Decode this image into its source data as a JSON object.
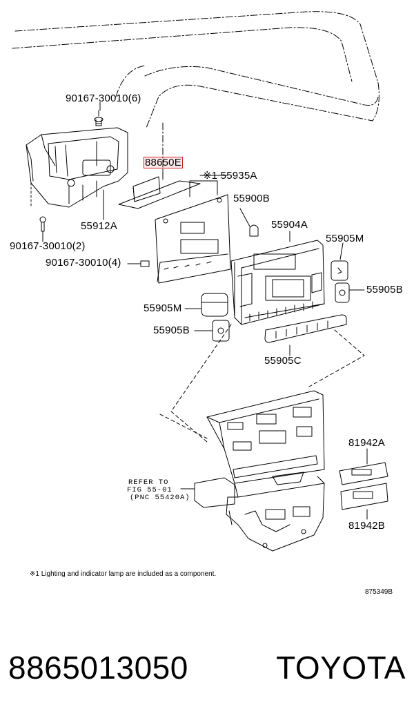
{
  "callouts": {
    "screw_top": "90167-30010(6)",
    "highlight_part": "88650E",
    "asterisk_part": "※1 55935A",
    "bracket": "55912A",
    "screw_left": "90167-30010(2)",
    "screw_mid": "90167-30010(4)",
    "bulb": "55900B",
    "control_assy": "55904A",
    "knob_m_right": "55905M",
    "knob_b_right": "55905B",
    "knob_m_left": "55905M",
    "knob_b_left": "55905B",
    "button_strip": "55905C",
    "plate_a": "81942A",
    "plate_b": "81942B"
  },
  "refer": {
    "line1": "REFER TO",
    "line2": "FIG 55-01",
    "line3": "(PNC 55420A)"
  },
  "footnote": "※1 Lighting and indicator lamp are included as a component.",
  "illustration_code": "875349B",
  "footer": {
    "part_number": "8865013050",
    "brand": "TOYOTA"
  },
  "colors": {
    "highlight": "#d32027",
    "line": "#000000",
    "background": "#ffffff"
  }
}
